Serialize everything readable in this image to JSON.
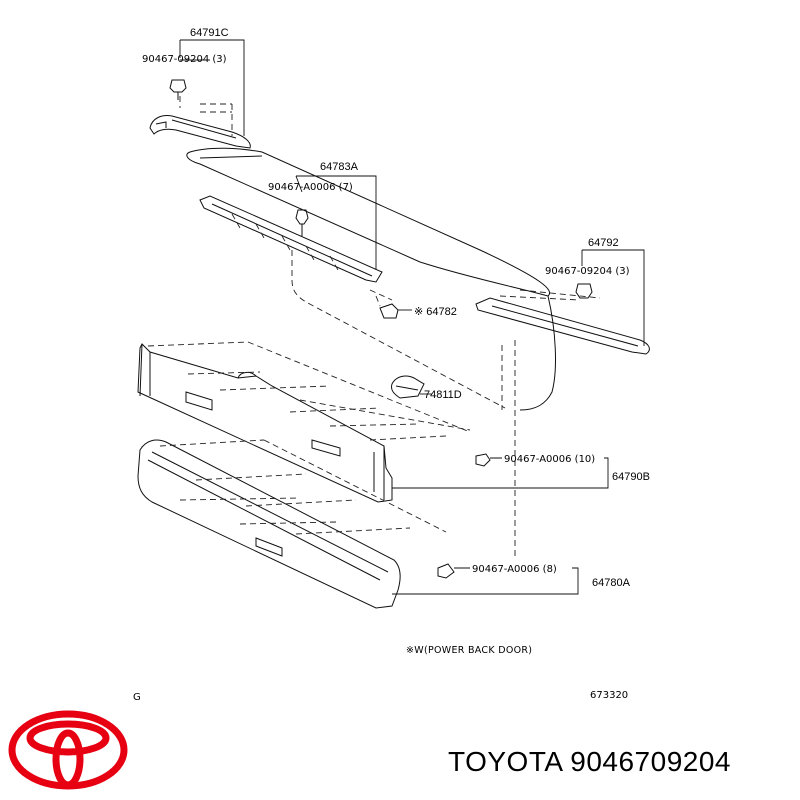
{
  "diagram": {
    "callouts": {
      "p64791c": "64791C",
      "p90467_09204_left": "90467-09204 (3)",
      "p64783a": "64783A",
      "p90467_a0006_7": "90467-A0006 (7)",
      "p64792": "64792",
      "p90467_09204_right": "90467-09204 (3)",
      "p64782": "※ 64782",
      "p74811d": "74811D",
      "p90467_a0006_10": "90467-A0006 (10)",
      "p64790b": "64790B",
      "p90467_a0006_8": "90467-A0006 (8)",
      "p64780a": "64780A"
    },
    "footnote": "※W(POWER BACK DOOR)",
    "corner_letter": "G",
    "diagram_number": "673320"
  },
  "brand": {
    "logo_color": "#e60012",
    "text": "TOYOTA 9046709204"
  }
}
